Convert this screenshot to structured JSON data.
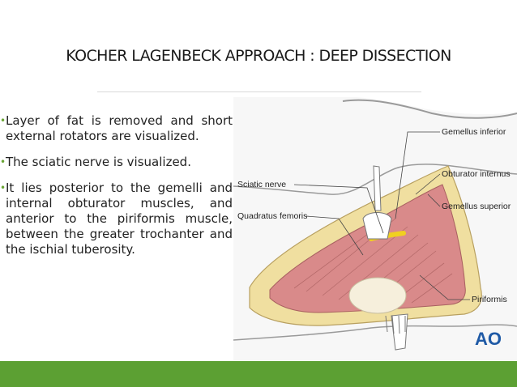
{
  "slide": {
    "title": "KOCHER LAGENBECK APPROACH : DEEP DISSECTION",
    "bullets": [
      "Layer of fat is removed and short external rotators are visualized.",
      "The sciatic nerve is visualized.",
      "It  lies posterior to the gemelli and internal obturator muscles, and anterior to the piriformis muscle, between the greater trochanter and the ischial tuberosity."
    ]
  },
  "illustration": {
    "labels": {
      "gemellus_inferior": "Gemellus inferior",
      "obturator_internus": "Obturator internus",
      "gemellus_superior": "Gemellus superior",
      "sciatic_nerve": "Sciatic nerve",
      "quadratus_femoris": "Quadratus femoris",
      "piriformis": "Piriformis"
    },
    "logo_text": "AO",
    "colors": {
      "logo": "#1f5aa6",
      "fat": "#f0dfa0",
      "muscle": "#d98a8a",
      "nerve": "#f0d020"
    }
  },
  "colors": {
    "footer": "#5ca033",
    "bullet": "#6aa535"
  }
}
